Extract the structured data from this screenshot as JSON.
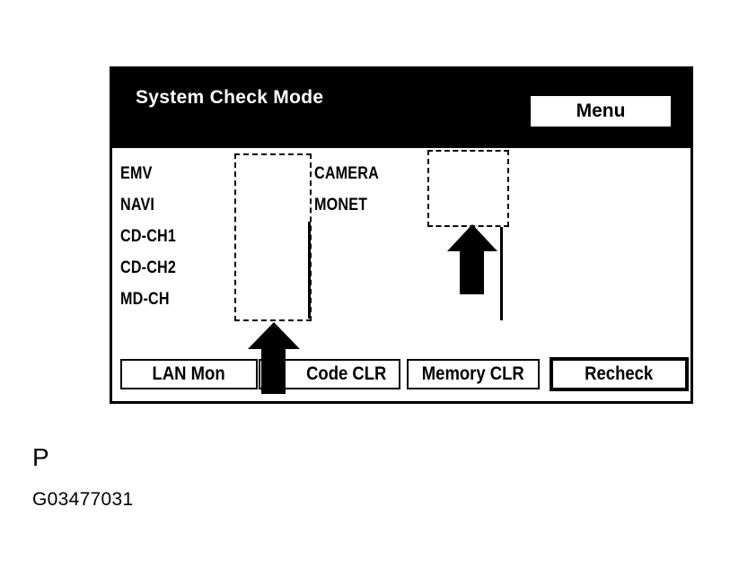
{
  "screen": {
    "title": "System Check Mode",
    "menu_label": "Menu"
  },
  "devices_left": [
    "EMV",
    "NAVI",
    "CD-CH1",
    "CD-CH2",
    "MD-CH"
  ],
  "devices_right": [
    "CAMERA",
    "MONET"
  ],
  "buttons": {
    "lan_mon": "LAN Mon",
    "code_clr": "Code CLR",
    "memory_clr": "Memory CLR",
    "recheck": "Recheck"
  },
  "caption": {
    "letter": "P",
    "figure_id": "G03477031"
  },
  "colors": {
    "screen_bg": "#ffffff",
    "title_bar": "#000000",
    "foreground": "#000000"
  },
  "icons": {
    "arrow": "up-arrow-icon"
  }
}
